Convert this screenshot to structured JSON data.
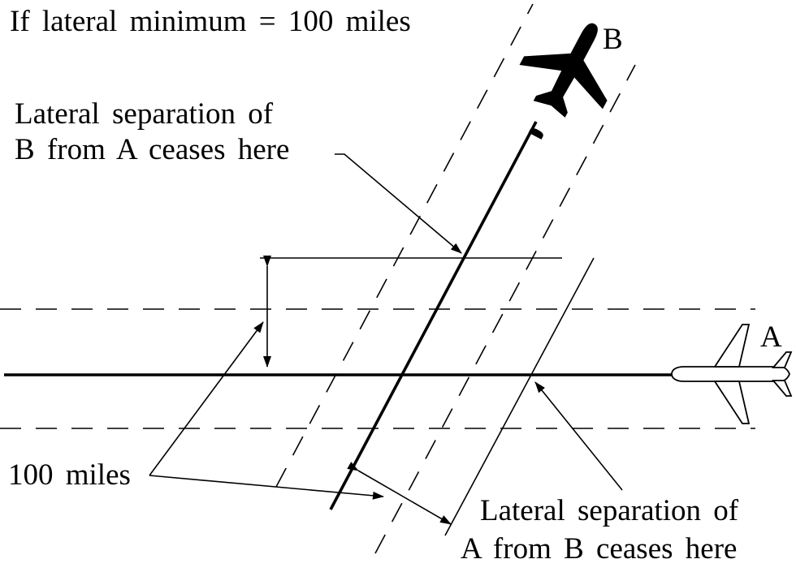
{
  "title": "If lateral minimum = 100 miles",
  "aircraft_a_label": "A",
  "aircraft_b_label": "B",
  "b_ceases_line1": "Lateral separation of",
  "b_ceases_line2": "B from A ceases here",
  "a_ceases_line1": "Lateral separation of",
  "a_ceases_line2": "A from B ceases here",
  "distance_label": "100 miles"
}
